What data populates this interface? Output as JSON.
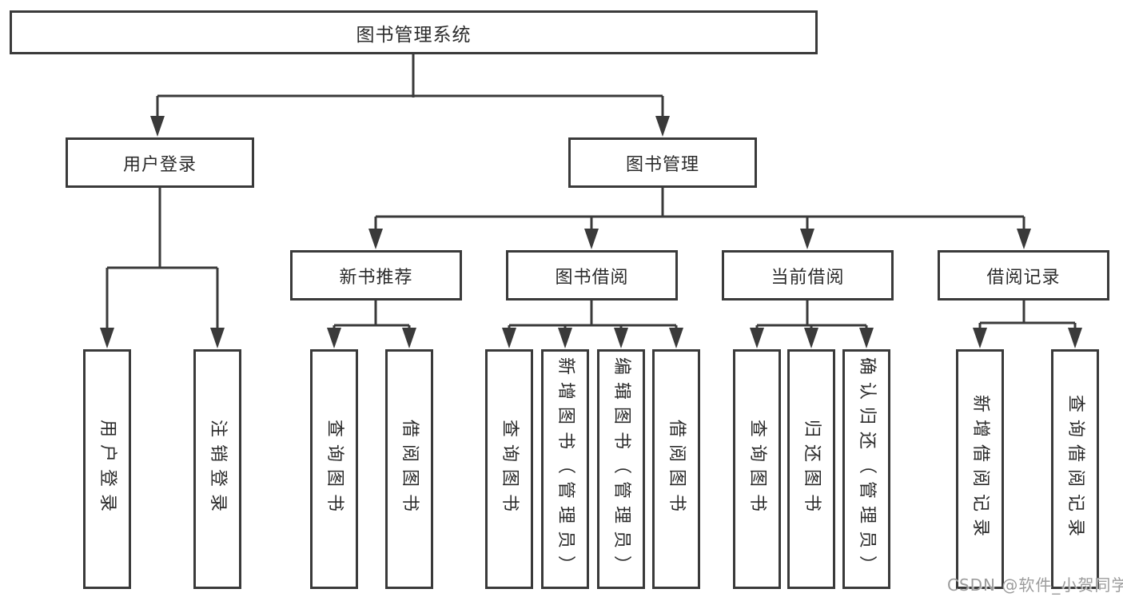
{
  "colors": {
    "line": "#3a3a3a",
    "box_border": "#3a3a3a",
    "text": "#2b2b2b",
    "watermark": "#9c9c9c",
    "background": "#ffffff"
  },
  "tree": {
    "label": "图书管理系统",
    "children": [
      {
        "label": "用户登录",
        "children": [
          {
            "label": "用户登录"
          },
          {
            "label": "注销登录"
          }
        ]
      },
      {
        "label": "图书管理",
        "children": [
          {
            "label": "新书推荐",
            "children": [
              {
                "label": "查询图书"
              },
              {
                "label": "借阅图书"
              }
            ]
          },
          {
            "label": "图书借阅",
            "children": [
              {
                "label": "查询图书"
              },
              {
                "label": "新增图书（管理员）"
              },
              {
                "label": "编辑图书（管理员）"
              },
              {
                "label": "借阅图书"
              }
            ]
          },
          {
            "label": "当前借阅",
            "children": [
              {
                "label": "查询图书"
              },
              {
                "label": "归还图书"
              },
              {
                "label": "确认归还（管理员）"
              }
            ]
          },
          {
            "label": "借阅记录",
            "children": [
              {
                "label": "新增借阅记录"
              },
              {
                "label": "查询借阅记录"
              }
            ]
          }
        ]
      }
    ]
  },
  "watermark": "CSDN @软件_小贺同学"
}
